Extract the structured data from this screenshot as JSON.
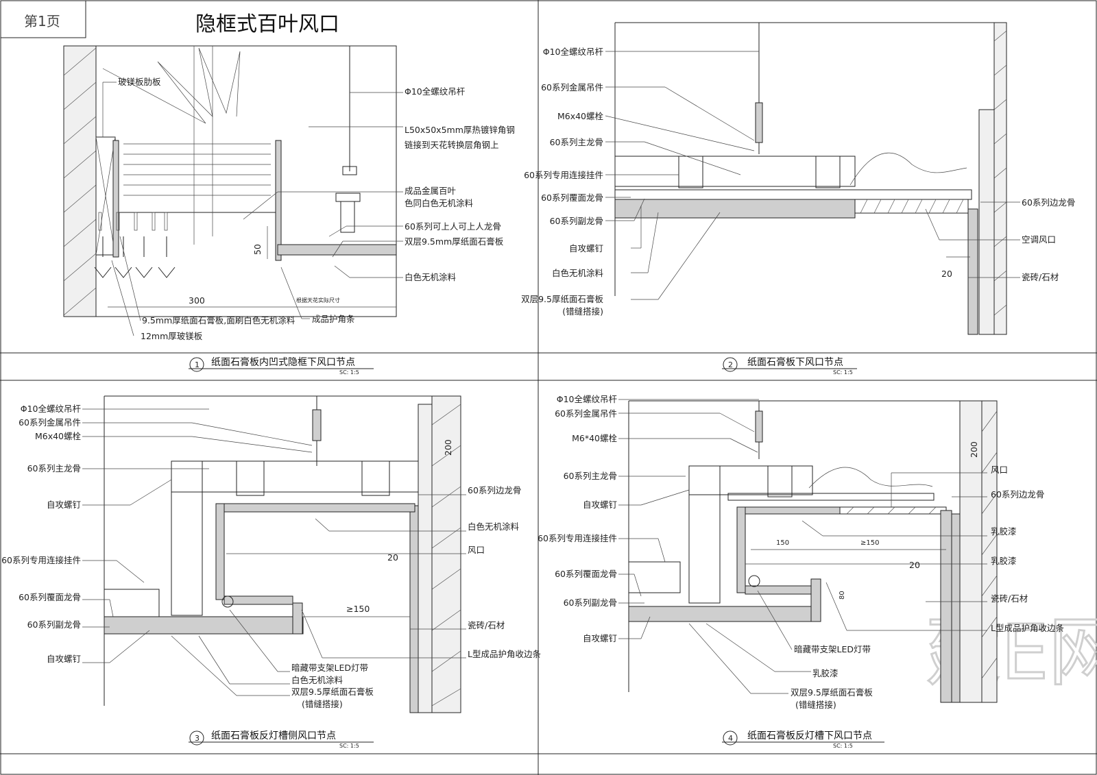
{
  "page_label": "第1页",
  "title": "隐框式百叶风口",
  "watermark": "建E网",
  "detail1": {
    "number": "1",
    "caption": "纸面石膏板内凹式隐框下风口节点",
    "scale": "SC: 1:5",
    "labels": {
      "rib": "玻镁板肋板",
      "rod": "Φ10全螺纹吊杆",
      "angle1": "L50x50x5mm厚热镀锌角钢",
      "angle2": "链接到天花转换层角钢上",
      "louver1": "成品金属百叶",
      "louver2": "色同白色无机涂料",
      "keel": "60系列可上人可上人龙骨",
      "board": "双层9.5mm厚纸面石膏板",
      "paint": "白色无机涂料",
      "gypsum_single": "9.5mm厚纸面石膏板,面刷白色无机涂料",
      "corner": "成品护角条",
      "mgo": "12mm厚玻镁板"
    },
    "dims": {
      "width": "300",
      "height": "50",
      "note": "根据天花实际尺寸"
    }
  },
  "detail2": {
    "number": "2",
    "caption": "纸面石膏板下风口节点",
    "scale": "SC: 1:5",
    "labels": {
      "rod": "Φ10全螺纹吊杆",
      "hanger": "60系列金属吊件",
      "bolt": "M6x40螺栓",
      "main": "60系列主龙骨",
      "connector": "60系列专用连接挂件",
      "cover": "60系列覆面龙骨",
      "sub": "60系列副龙骨",
      "screw": "自攻螺钉",
      "paint": "白色无机涂料",
      "board1": "双层9.5厚纸面石膏板",
      "board2": "(错缝搭接)",
      "edge": "60系列边龙骨",
      "vent": "空调风口",
      "tile": "瓷砖/石材"
    },
    "dims": {
      "gap": "20"
    }
  },
  "detail3": {
    "number": "3",
    "caption": "纸面石膏板反灯槽侧风口节点",
    "scale": "SC: 1:5",
    "labels": {
      "rod": "Φ10全螺纹吊杆",
      "hanger": "60系列金属吊件",
      "bolt": "M6x40螺栓",
      "main": "60系列主龙骨",
      "screw1": "自攻螺钉",
      "connector": "60系列专用连接挂件",
      "cover": "60系列覆面龙骨",
      "sub": "60系列副龙骨",
      "screw2": "自攻螺钉",
      "edge": "60系列边龙骨",
      "paint_r": "白色无机涂料",
      "vent": "风口",
      "tile": "瓷砖/石材",
      "corner": "L型成品护角收边条",
      "led": "暗藏带支架LED灯带",
      "paint_b": "白色无机涂料",
      "board1": "双层9.5厚纸面石膏板",
      "board2": "(错缝搭接)"
    },
    "dims": {
      "gap": "20",
      "min": "≥150",
      "wall": "200"
    }
  },
  "detail4": {
    "number": "4",
    "caption": "纸面石膏板反灯槽下风口节点",
    "scale": "SC: 1:5",
    "labels": {
      "rod": "Φ10全螺纹吊杆",
      "hanger": "60系列金属吊件",
      "bolt": "M6*40螺栓",
      "main": "60系列主龙骨",
      "screw1": "自攻螺钉",
      "connector": "60系列专用连接挂件",
      "cover": "60系列覆面龙骨",
      "sub": "60系列副龙骨",
      "screw2": "自攻螺钉",
      "vent": "风口",
      "edge": "60系列边龙骨",
      "latex1": "乳胶漆",
      "latex2": "乳胶漆",
      "tile": "瓷砖/石材",
      "corner": "L型成品护角收边条",
      "led": "暗藏带支架LED灯带",
      "latex3": "乳胶漆",
      "board1": "双层9.5厚纸面石膏板",
      "board2": "(错缝搭接)"
    },
    "dims": {
      "w150": "150",
      "min": "≥150",
      "gap": "20",
      "h80": "80",
      "wall": "200"
    }
  }
}
